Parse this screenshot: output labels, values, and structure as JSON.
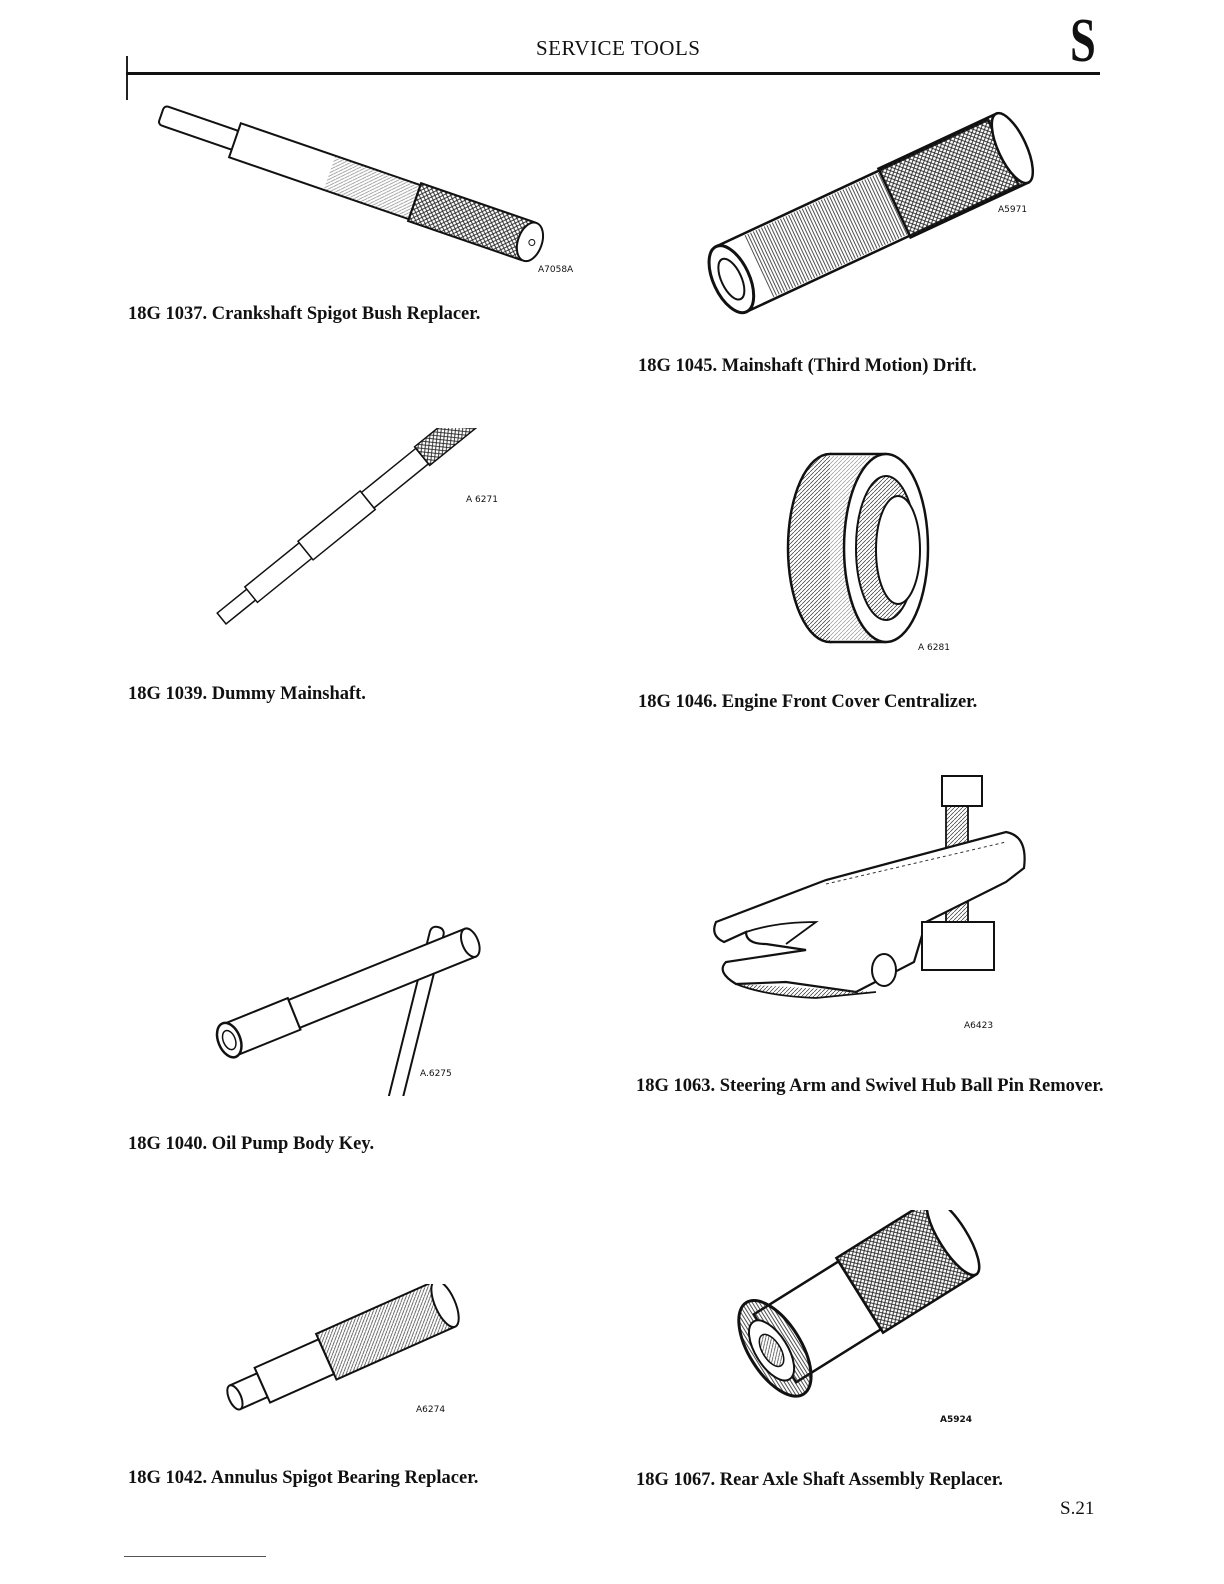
{
  "header": {
    "title": "SERVICE TOOLS",
    "section": "S"
  },
  "tools": [
    {
      "caption": "18G 1037. Crankshaft Spigot Bush Replacer.",
      "figure_code": "A7058A"
    },
    {
      "caption": "18G 1045. Mainshaft (Third Motion) Drift.",
      "figure_code": "A5971"
    },
    {
      "caption": "18G 1039. Dummy Mainshaft.",
      "figure_code": "A 6271"
    },
    {
      "caption": "18G 1046. Engine Front Cover Centralizer.",
      "figure_code": "A 6281"
    },
    {
      "caption": "18G 1040. Oil Pump Body Key.",
      "figure_code": "A.6275"
    },
    {
      "caption": "18G 1063. Steering Arm and Swivel Hub Ball Pin Remover.",
      "figure_code": "A6423"
    },
    {
      "caption": "18G 1042. Annulus Spigot Bearing Replacer.",
      "figure_code": "A6274"
    },
    {
      "caption": "18G 1067. Rear Axle Shaft Assembly Replacer.",
      "figure_code": "A5924"
    }
  ],
  "footer": {
    "page_number": "S.21"
  }
}
